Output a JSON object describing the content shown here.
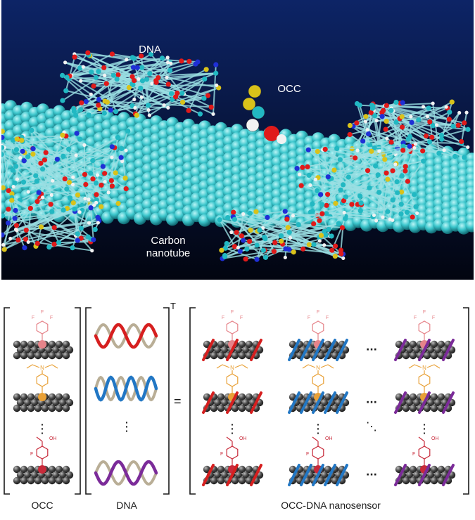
{
  "top_panel": {
    "labels": {
      "dna": "DNA",
      "occ": "OCC",
      "nanotube_line1": "Carbon",
      "nanotube_line2": "nanotube"
    },
    "colors": {
      "background_top": "#0d2466",
      "background_bottom": "#020510",
      "nanotube": "#3cc6cc",
      "carbon_atom": "#22b8c2",
      "oxygen": "#e01a1a",
      "nitrogen": "#1f2fd6",
      "phosphorus": "#d9c21a",
      "hydrogen": "#f2f2f2"
    }
  },
  "equation": {
    "transpose": "T",
    "equals": "=",
    "occ_caption": "OCC",
    "dna_caption": "DNA",
    "result_caption": "OCC-DNA nanosensor",
    "hdots": "···",
    "vdots": "⋮",
    "ddots": "⋱",
    "oh_label": "OH",
    "fluorine": "F",
    "nitrogen": "N"
  },
  "colors": {
    "dna_red": "#d61f1f",
    "dna_blue": "#2277c4",
    "dna_purple": "#7b2b99",
    "dna_backbone": "#b9ae96",
    "tube_sphere": "#3d3d3d",
    "ring_pink": "#e6848a",
    "ring_orange": "#e8a036",
    "ring_red": "#c82a3a"
  }
}
